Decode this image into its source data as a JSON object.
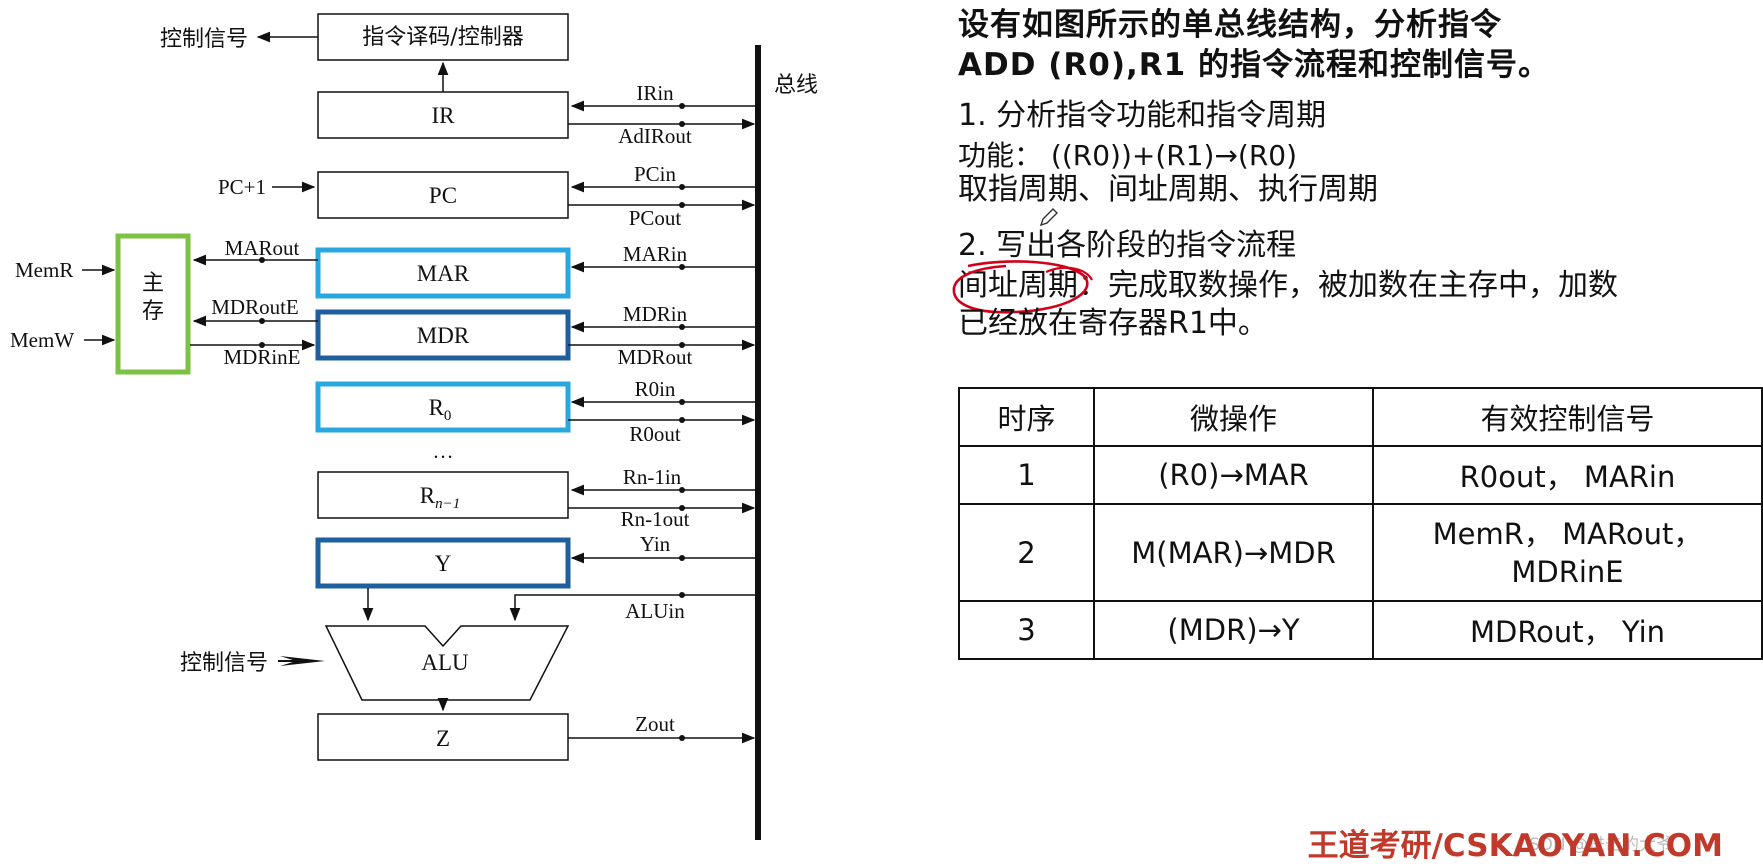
{
  "diagram": {
    "bus_label": "总线",
    "decoder_label": "指令译码/控制器",
    "decoder_output": "控制信号",
    "alu_control_input": "控制信号",
    "memory_label_1": "主",
    "memory_label_2": "存",
    "registers": {
      "ir": "IR",
      "pc": "PC",
      "mar": "MAR",
      "mdr": "MDR",
      "r0": "R",
      "r0_sub": "0",
      "ellipsis": "…",
      "rn1": "R",
      "rn1_sub": "n−1",
      "y": "Y",
      "alu": "ALU",
      "z": "Z"
    },
    "signals": {
      "irin": "IRin",
      "adirout": "AdIRout",
      "pcin": "PCin",
      "pcout": "PCout",
      "pc_plus1": "PC+1",
      "marin": "MARin",
      "marout": "MARout",
      "memr": "MemR",
      "memw": "MemW",
      "mdroute": "MDRoutE",
      "mdrine": "MDRinE",
      "mdrin": "MDRin",
      "mdrout": "MDRout",
      "r0in": "R0in",
      "r0out": "R0out",
      "rn1in": "Rn-1in",
      "rn1out": "Rn-1out",
      "yin": "Yin",
      "aluin": "ALUin",
      "zout": "Zout"
    },
    "colors": {
      "memory_border": "#7cc243",
      "mar_border": "#29a8e0",
      "mdr_border": "#1f5f9e",
      "r0_border": "#29a8e0",
      "y_border": "#1f5f9e",
      "annotation_red": "#d0021b"
    }
  },
  "panel": {
    "title_line1": "设有如图所示的单总线结构，分析指令",
    "title_line2": "ADD (R0),R1 的指令流程和控制信号。",
    "step1": "1. 分析指令功能和指令周期",
    "function_line": "功能： ((R0))+(R1)→(R0)",
    "cycles_line": "取指周期、间址周期、执行周期",
    "step2": "2. 写出各阶段的指令流程",
    "indirect_label": "间址周期",
    "indirect_desc_1": "：完成取数操作，被加数在主存中，加数",
    "indirect_desc_2": "已经放在寄存器R1中。",
    "table": {
      "headers": [
        "时序",
        "微操作",
        "有效控制信号"
      ],
      "rows": [
        {
          "step": "1",
          "micro_op": "(R0)→MAR",
          "signals": "R0out， MARin",
          "signals2": ""
        },
        {
          "step": "2",
          "micro_op": "M(MAR)→MDR",
          "signals": "MemR， MARout，",
          "signals2": "MDRinE"
        },
        {
          "step": "3",
          "micro_op": "(MDR)→Y",
          "signals": "MDRout， Yin",
          "signals2": ""
        }
      ]
    }
  },
  "watermark": "王道考研/CSKAOYAN.COM",
  "csdn_mark": "CSDN @进击的大爷"
}
